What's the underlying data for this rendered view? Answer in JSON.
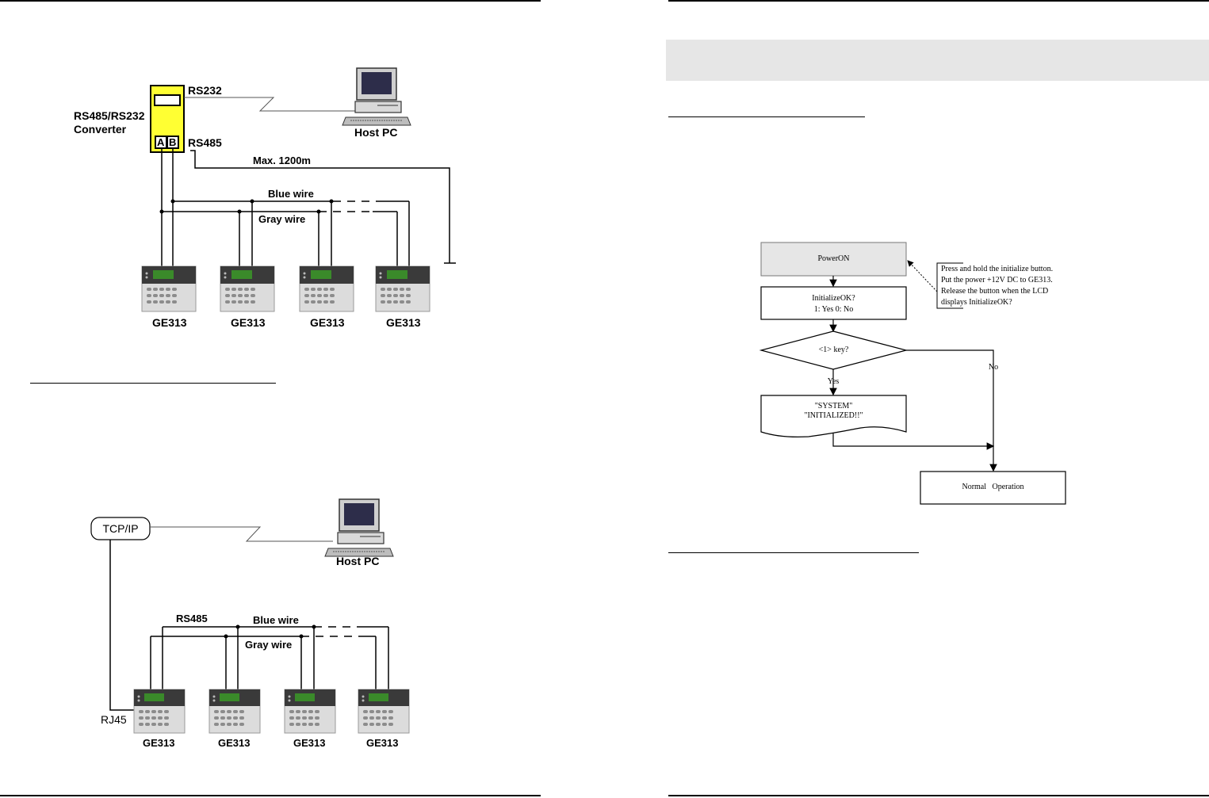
{
  "left_page": {
    "diagram1": {
      "converter_label_line1": "RS485/RS232",
      "converter_label_line2": "Converter",
      "converter_terminal_a": "A",
      "converter_terminal_b": "B",
      "rs232_label": "RS232",
      "rs485_label": "RS485",
      "max_distance_label": "Max. 1200m",
      "blue_wire_label": "Blue wire",
      "gray_wire_label": "Gray wire",
      "host_pc_label": "Host PC",
      "devices": [
        "GE313",
        "GE313",
        "GE313",
        "GE313"
      ]
    },
    "diagram2": {
      "tcpip_label": "TCP/IP",
      "host_pc_label": "Host PC",
      "rs485_label": "RS485",
      "blue_wire_label": "Blue wire",
      "gray_wire_label": "Gray wire",
      "rj45_label": "RJ45",
      "devices": [
        "GE313",
        "GE313",
        "GE313",
        "GE313"
      ]
    }
  },
  "right_page": {
    "flowchart": {
      "power_on": "PowerON",
      "note_lines": [
        "Press and hold the initialize button.",
        "Put the power +12V DC to GE313.",
        "Release the button when the LCD",
        "displays InitializeOK?"
      ],
      "initialize_line1": "InitializeOK?",
      "initialize_line2": "1: Yes 0: No",
      "decision": "<1> key?",
      "yes_label": "Yes",
      "no_label": "No",
      "system_line1": "\"SYSTEM\"",
      "system_line2": "\"INITIALIZED!!\"",
      "normal_operation": "Normal   Operation"
    }
  },
  "colors": {
    "converter_fill": "#ffff33",
    "header_band": "#e6e6e6",
    "power_on_fill": "#e6e6e6",
    "lcd_green": "#3a8a2a"
  }
}
